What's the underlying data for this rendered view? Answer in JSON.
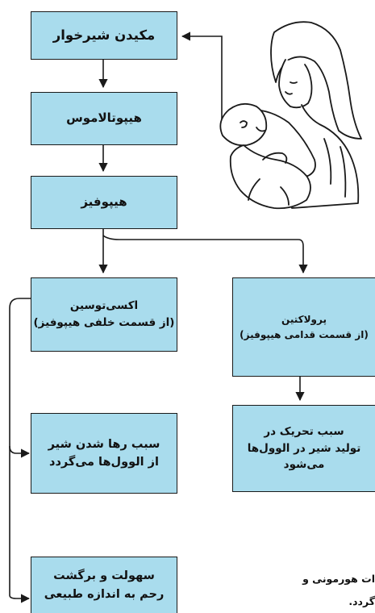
{
  "nodes": {
    "suckling": "مکیدن شیرخوار",
    "hypothalamus": "هیپوتالاموس",
    "pituitary": "هیپوفیز",
    "oxytocin": {
      "line1": "اکسی‌توسین",
      "line2": "(از قسمت خلفی هیپوفیز)"
    },
    "prolactin": {
      "line1": "پرولاکتین",
      "line2": "(از قسمت قدامی هیپوفیز)"
    },
    "milk_release": {
      "line1": "سبب رها شدن شیر",
      "line2": "از الوول‌ها می‌گردد"
    },
    "milk_production": {
      "line1": "سبب تحریک در",
      "line2": "تولید شیر در الوول‌ها",
      "line3": "می‌شود"
    },
    "uterus": {
      "line1": "سهولت و برگشت",
      "line2": "رحم به اندازه طبیعی"
    }
  },
  "partial_text": {
    "line1": "ات هورمونی و",
    "line2": "گردد."
  },
  "colors": {
    "box_fill": "#a9dced",
    "line": "#1a1a1a"
  },
  "illustration": "mother-breastfeeding-infant"
}
